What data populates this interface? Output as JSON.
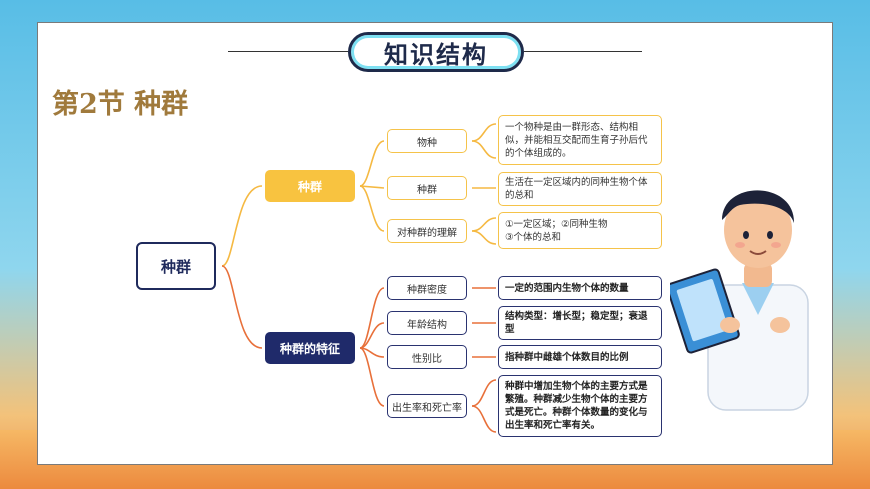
{
  "header": {
    "title": "知识结构"
  },
  "section": {
    "title": "第2节  种群"
  },
  "map": {
    "root": "种群",
    "branch1": {
      "label": "种群",
      "items": [
        {
          "term": "物种",
          "desc": "一个物种是由一群形态、结构相似，并能相互交配而生育子孙后代的个体组成的。"
        },
        {
          "term": "种群",
          "desc": "生活在一定区域内的同种生物个体的总和"
        },
        {
          "term": "对种群的理解",
          "desc": "①一定区域；②同种生物\n③个体的总和"
        }
      ]
    },
    "branch2": {
      "label": "种群的特征",
      "items": [
        {
          "term": "种群密度",
          "desc": "一定的范围内生物个体的数量"
        },
        {
          "term": "年龄结构",
          "desc": "结构类型：增长型；稳定型；衰退型"
        },
        {
          "term": "性别比",
          "desc": "指种群中雌雄个体数目的比例"
        },
        {
          "term": "出生率和死亡率",
          "desc": "种群中增加生物个体的主要方式是繁殖。种群减少生物个体的主要方式是死亡。种群个体数量的变化与出生率和死亡率有关。"
        }
      ]
    }
  },
  "colors": {
    "yellow": "#f8c340",
    "navy": "#1f2a6a",
    "orange_line": "#e8703a",
    "title": "#a07a3c"
  }
}
